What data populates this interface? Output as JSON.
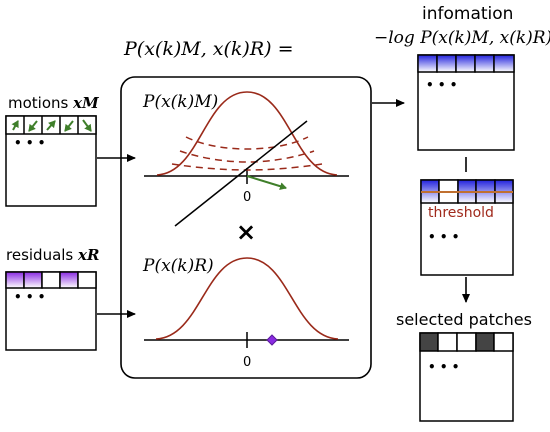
{
  "diagram": {
    "joint_prob_label": "P(x(k)M, x(k)R) =",
    "information_label": "infomation",
    "neg_log_label": "−log P(x(k)M, x(k)R)",
    "motions_label": "motions",
    "motions_symbol": "xM",
    "residuals_label": "residuals",
    "residuals_symbol": "xR",
    "motion_prob_label": "P(x(k)M)",
    "residual_prob_label": "P(x(k)R)",
    "zero_tick_top": "0",
    "zero_tick_bottom": "0",
    "times_symbol": "×",
    "ellipsis": "• • •",
    "threshold_label": "threshold",
    "selected_label": "selected patches"
  },
  "colors": {
    "curve": "#9a2a1a",
    "motion_arrow": "#3f7f2a",
    "residual_fill": "#8a2be2",
    "info_fill": "#2222dd",
    "selected_fill": "#444444",
    "threshold_line": "#c07030",
    "marker": "#8a2be2"
  }
}
